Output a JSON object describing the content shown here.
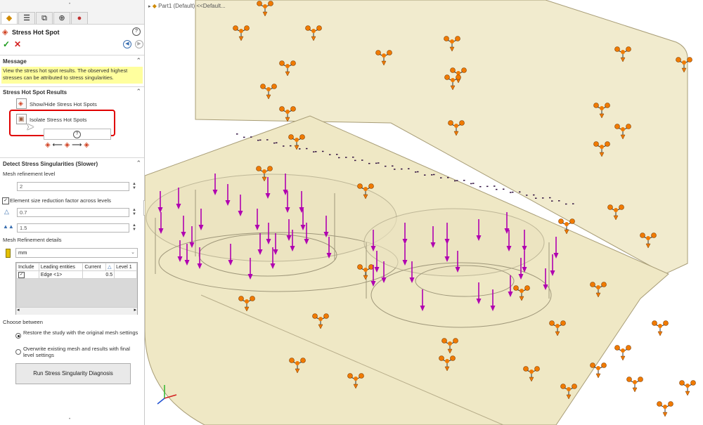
{
  "panel": {
    "title": "Stress Hot Spot",
    "message_header": "Message",
    "message_text": "View the stress hot spot results. The observed highest stresses can be attributed to stress singularities.",
    "results_header": "Stress Hot Spot Results",
    "show_hide_label": "Show/Hide Stress Hot Spots",
    "isolate_label": "Isolate Stress Hot Spots",
    "detect_header": "Detect Stress Singularities (Slower)",
    "mesh_refinement_label": "Mesh refinement level",
    "mesh_refinement_value": "2",
    "element_reduction_label": "Element size reduction factor across levels",
    "factor1_value": "0.7",
    "factor2_value": "1.5",
    "mesh_details_label": "Mesh Refinement details",
    "unit_value": "mm",
    "table": {
      "headers": [
        "Include",
        "Leading entities",
        "Current",
        "Level 1"
      ],
      "rows": [
        [
          "Edge <1>",
          "0.5"
        ]
      ]
    },
    "choose_label": "Choose between",
    "option1": "Restore the study with the original mesh settings",
    "option2": "Overwrite existing mesh and results with final level settings",
    "run_button": "Run Stress Singularity Diagnosis"
  },
  "viewport": {
    "tree_label": "Part1 (Default) <<Default..."
  },
  "colors": {
    "load_arrow": "#b000b0",
    "fixture": "#f07a00",
    "part": "#efe8c7",
    "highlight": "#e00000",
    "message_bg": "#ffff9e"
  }
}
